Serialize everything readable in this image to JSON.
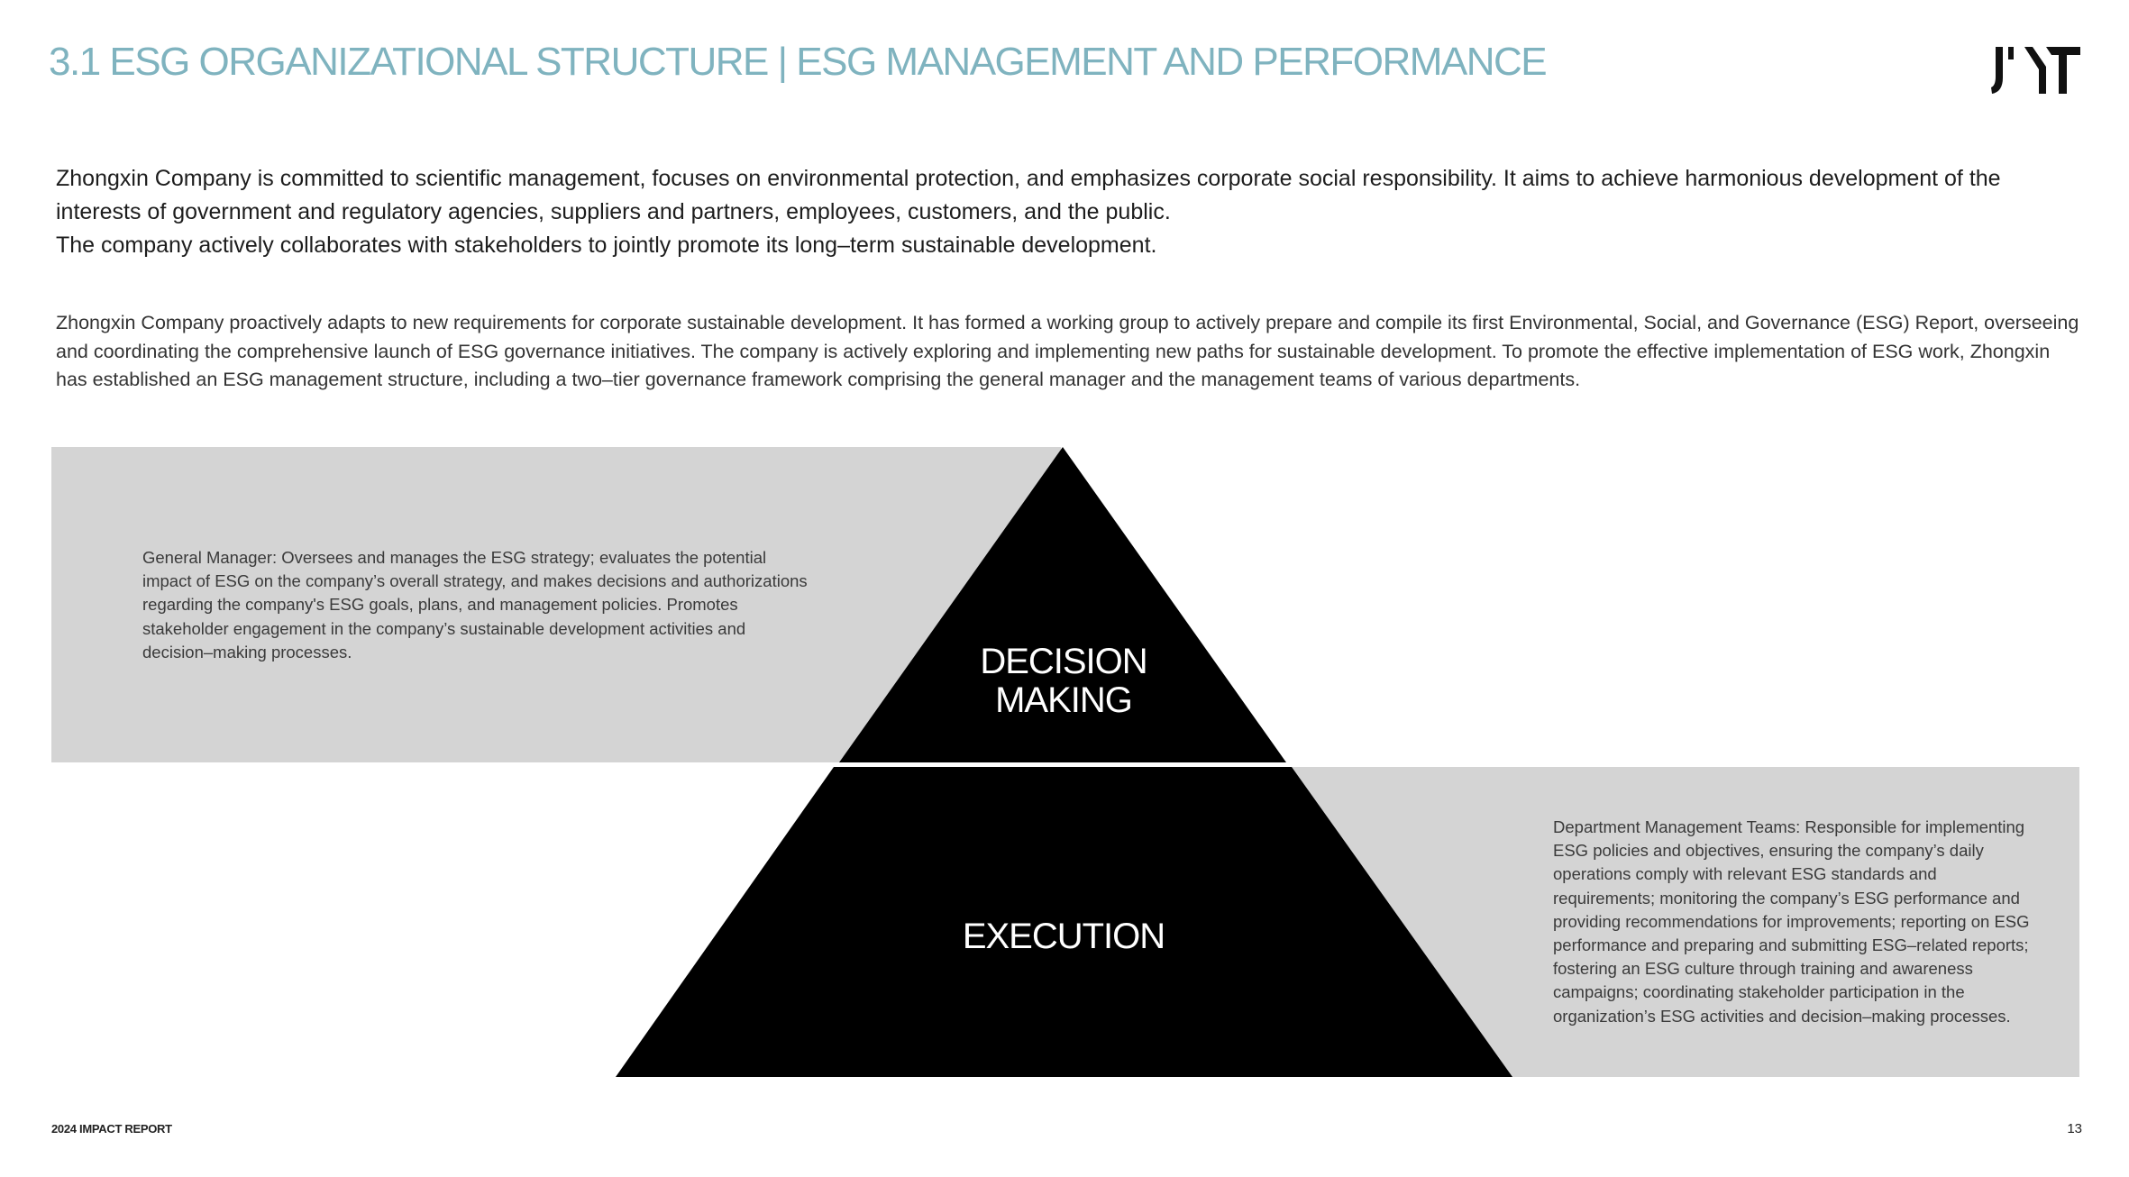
{
  "header": {
    "title": "3.1 ESG ORGANIZATIONAL STRUCTURE  |  ESG MANAGEMENT AND PERFORMANCE",
    "logo": "JYT"
  },
  "intro": {
    "paragraph_1": "Zhongxin Company is committed to scientific management, focuses on environmental protection, and emphasizes corporate social responsibility. It aims to achieve harmonious development of the interests of government and regulatory agencies, suppliers and partners, employees, customers, and the public.",
    "paragraph_2": "The company actively collaborates with stakeholders to jointly promote its long–term sustainable development."
  },
  "description": "Zhongxin Company proactively adapts to new requirements for corporate sustainable development. It has formed a working group to actively prepare and compile its first Environmental, Social, and Governance (ESG) Report, overseeing and coordinating the comprehensive launch of ESG governance initiatives. The company is actively exploring and implementing new paths for sustainable development. To promote the effective implementation of ESG work, Zhongxin has established an ESG management structure, including a two–tier governance framework comprising the general manager and the management teams of various departments.",
  "pyramid": {
    "top_label": "DECISION MAKING",
    "bottom_label": "EXECUTION",
    "top_text": "General Manager: Oversees and manages the ESG strategy; evaluates the potential impact of ESG on the company’s overall strategy, and makes decisions and authorizations regarding the company's ESG goals, plans, and management policies. Promotes stakeholder engagement in the company’s sustainable development activities and decision–making processes.",
    "bottom_text": "Department Management Teams: Responsible for implementing ESG policies and objectives, ensuring the company’s daily operations comply with relevant ESG standards and requirements; monitoring the company’s ESG performance and providing recommendations for improvements; reporting on ESG performance and preparing and submitting ESG–related reports; fostering an ESG culture through training and awareness campaigns; coordinating stakeholder participation in the organization’s ESG activities and decision–making processes.",
    "colors": {
      "box": "#d4d4d4",
      "triangle": "#000000"
    }
  },
  "footer": {
    "report": "2024 IMPACT REPORT",
    "page_number": "13"
  }
}
